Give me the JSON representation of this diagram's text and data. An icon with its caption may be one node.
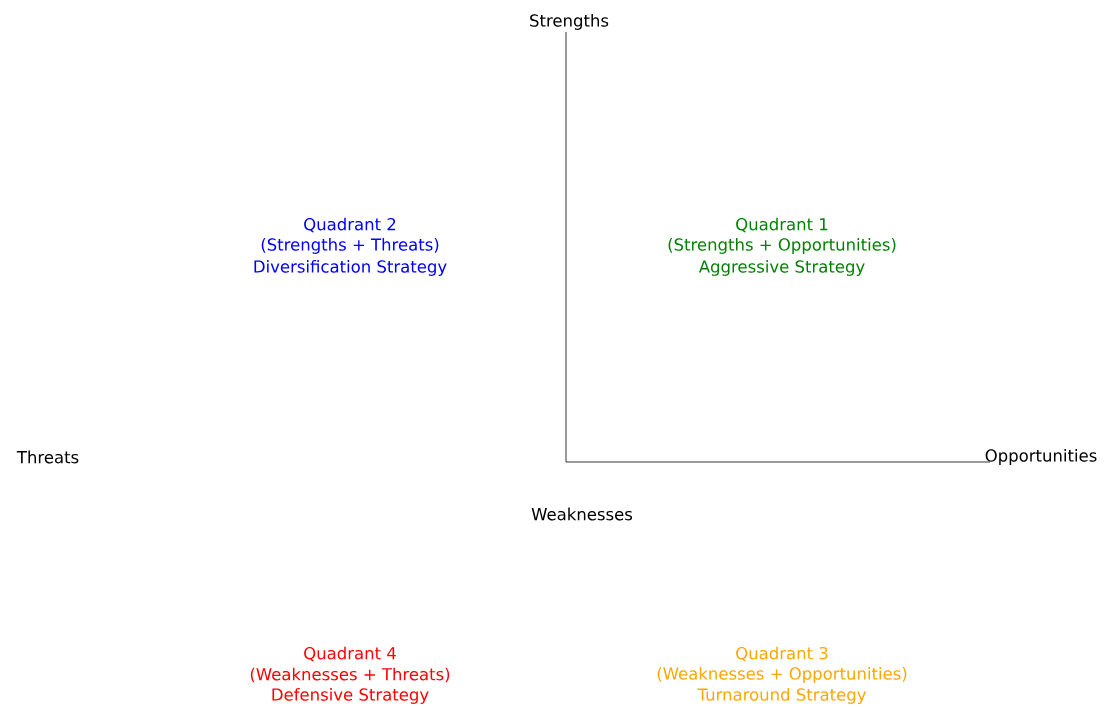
{
  "diagram": {
    "labels": [
      "Strengths",
      "Quadrant 2",
      "(Strengths + Threats)",
      "Diversification Strategy",
      "Quadrant 1",
      "(Strengths + Opportunities)",
      "Aggressive Strategy",
      "Threats",
      "Opportunities",
      "Weaknesses",
      "Quadrant 4",
      "(Weaknesses + Threats)",
      "Defensive Strategy",
      "Quadrant 3",
      "(Weaknesses + Opportunities)",
      "Turnaround Strategy"
    ]
  }
}
